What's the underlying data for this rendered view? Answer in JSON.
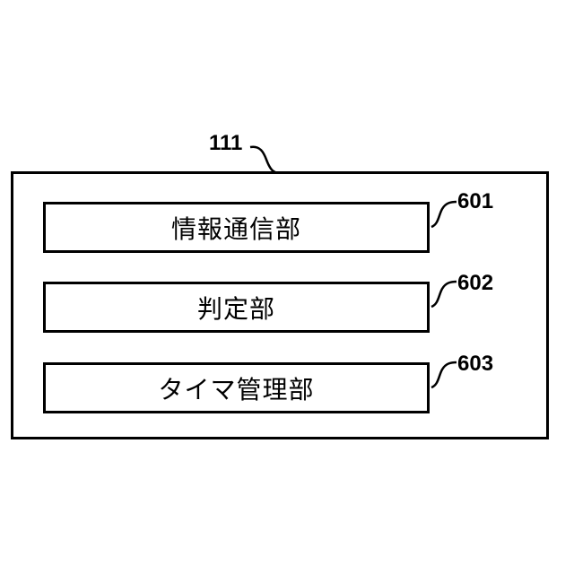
{
  "diagram": {
    "container": {
      "ref_label": "111"
    },
    "units": [
      {
        "ref_label": "601",
        "label": "情報通信部"
      },
      {
        "ref_label": "602",
        "label": "判定部"
      },
      {
        "ref_label": "603",
        "label": "タイマ管理部"
      }
    ]
  }
}
